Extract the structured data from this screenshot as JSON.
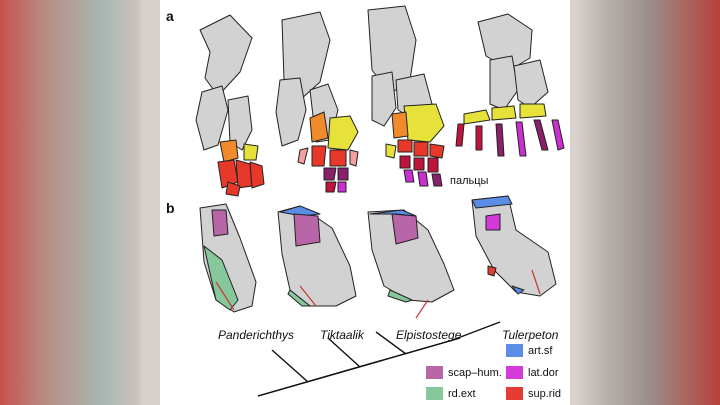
{
  "panel_a": {
    "label": "a",
    "digits_label": "пальцы"
  },
  "panel_b": {
    "label": "b"
  },
  "taxa": [
    "Panderichthys",
    "Tiktaalik",
    "Elpistostege",
    "Tulerpeton"
  ],
  "legend": [
    {
      "name": "art.sf",
      "color": "#5b8de6"
    },
    {
      "name": "scap–hum.",
      "color": "#b866a8"
    },
    {
      "name": "lat.dor",
      "color": "#d43ad8"
    },
    {
      "name": "rd.ext",
      "color": "#86c79b"
    },
    {
      "name": "sup.rid",
      "color": "#e23c34"
    }
  ],
  "colors": {
    "bone": "#d2d2d2",
    "orange": "#f08a2a",
    "yellow": "#e6e23a",
    "red": "#e8382a",
    "crimson": "#c0143c",
    "purple": "#8a1f6b",
    "magenta": "#cc2fcf"
  }
}
